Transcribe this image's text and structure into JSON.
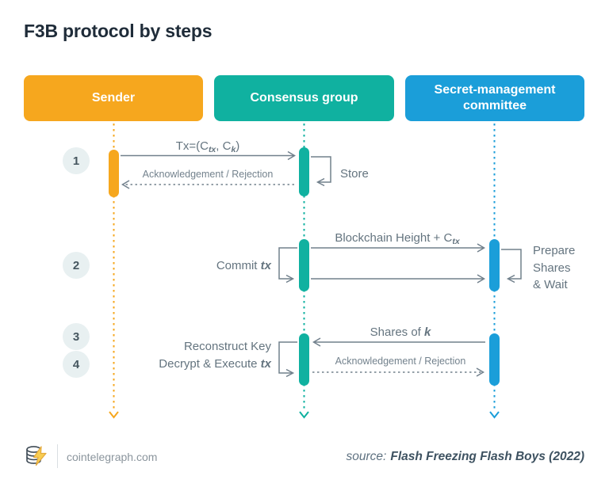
{
  "title": "F3B protocol by steps",
  "lanes": {
    "sender": {
      "label": "Sender",
      "color": "#F6A71E"
    },
    "consensus": {
      "label": "Consensus group",
      "color": "#10B1A0"
    },
    "committee": {
      "label": "Secret-management committee",
      "color": "#1B9ED9"
    }
  },
  "steps": {
    "s1": "1",
    "s2": "2",
    "s3": "3",
    "s4": "4"
  },
  "messages": {
    "tx_submit": {
      "p1": "Tx=(C",
      "sub1": "tx",
      "p2": ", C",
      "sub2": "k",
      "p3": ")"
    },
    "ack1": "Acknowledgement / Rejection",
    "store": "Store",
    "blockchain_height": {
      "p1": "Blockchain Height + C",
      "sub1": "tx"
    },
    "commit": {
      "p1": "Commit ",
      "em1": "tx"
    },
    "prepare": {
      "l1": "Prepare",
      "l2": "Shares",
      "l3": "& Wait"
    },
    "shares": {
      "p1": "Shares of ",
      "em1": "k"
    },
    "ack2": "Acknowledgement / Rejection",
    "reconstruct": {
      "l1": "Reconstruct Key",
      "l2p1": "Decrypt & Execute ",
      "l2em": "tx"
    }
  },
  "footer": {
    "site": "cointelegraph.com",
    "source_label": "source:",
    "source_value": "Flash Freezing Flash Boys (2022)"
  },
  "diagram_colors": {
    "line_gray": "#71808c",
    "circle_bg": "#e8f0f1",
    "title_text": "#1f2c39"
  }
}
